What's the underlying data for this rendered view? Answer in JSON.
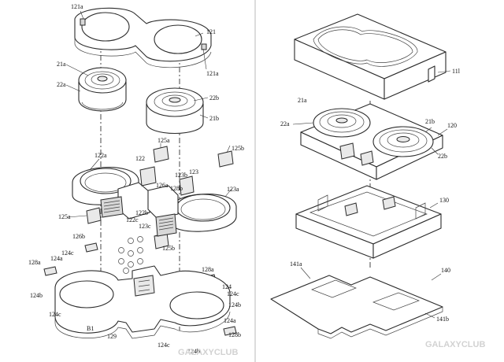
{
  "labels": {
    "l121a_top": "121a",
    "l121": "121",
    "l121a_right": "121a",
    "l21a_left": "21a",
    "l22a_left": "22a",
    "l22b_left": "22b",
    "l21b_left": "21b",
    "l125a_top": "125a",
    "l125b_right": "125b",
    "l122a": "122a",
    "l122": "122",
    "l126a": "126a",
    "l123b": "123b",
    "l123": "123",
    "l123a": "123a",
    "l128b_top": "128b",
    "l122b": "122b",
    "l122c": "122c",
    "l125a_mid": "125a",
    "l123c": "123c",
    "l126b": "126b",
    "l125b_mid": "125b",
    "l128a_left": "128a",
    "l124a_left": "124a",
    "l124c_left": "124c",
    "l124b_left": "124b",
    "l124c_bot": "124c",
    "lB1": "B1",
    "l129": "129",
    "l128a_right": "128a",
    "l124": "124",
    "l124c_right": "124c",
    "l124b_right": "124b",
    "l124a_right": "124a",
    "l128b_bot": "128b",
    "l124c_bot2": "124c",
    "l124b_bot": "124b",
    "l11l": "11l",
    "l21a_r": "21a",
    "l22a_r": "22a",
    "l21b_r": "21b",
    "l120": "120",
    "l22b_r": "22b",
    "l130": "130",
    "l141a": "141a",
    "l140": "140",
    "l141b": "141b"
  },
  "watermarks": {
    "left": "GALAXYCLUB",
    "right": "GALAXYCLUB"
  },
  "colors": {
    "line": "#2b2b2b",
    "background": "#ffffff",
    "watermark": "#d2d2d2"
  }
}
